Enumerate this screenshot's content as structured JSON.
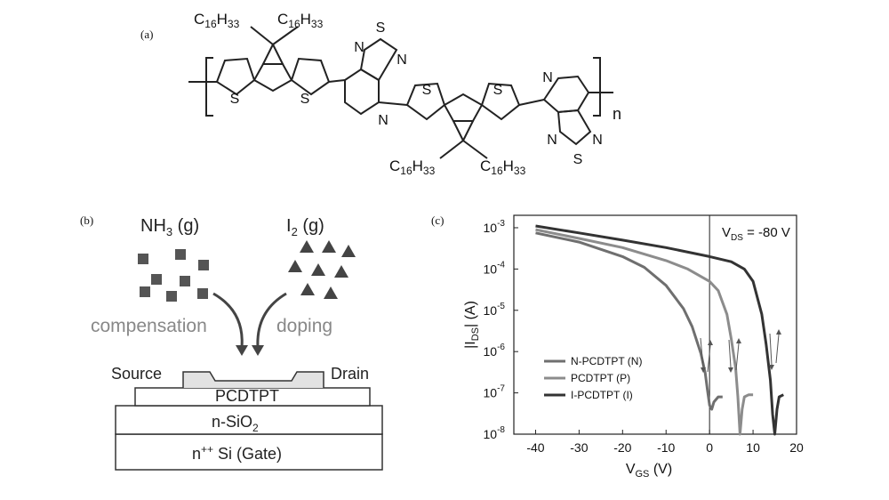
{
  "panels": {
    "a": {
      "label": "(a)",
      "molecule": {
        "alkyl": "C16H33",
        "hetero": {
          "sulfur": "S",
          "nitrogen": "N"
        },
        "repeat_subscript": "n"
      }
    },
    "b": {
      "label": "(b)",
      "gas_left": {
        "prefix": "NH",
        "sub": "3",
        "suffix": " (g)"
      },
      "gas_right": {
        "prefix": "I",
        "sub": "2",
        "suffix": " (g)"
      },
      "process_left": "compensation",
      "process_right": "doping",
      "device": {
        "source": "Source",
        "drain": "Drain",
        "channel": "PCDTPT",
        "dielectric": {
          "prefix": "n-SiO",
          "sub": "2"
        },
        "gate": {
          "prefix": "n",
          "sup": "++",
          "suffix": " Si (Gate)"
        }
      }
    },
    "c": {
      "label": "(c)",
      "vds_annotation": {
        "main": "V",
        "sub": "DS",
        "suffix": " = -80 V"
      },
      "ylabel": {
        "pre": "|I",
        "sub": "DS",
        "post": "| (A)"
      },
      "xlabel": {
        "main": "V",
        "sub": "GS",
        "suffix": " (V)"
      },
      "ytick_sup": [
        "-3",
        "-4",
        "-5",
        "-6",
        "-7",
        "-8"
      ],
      "ytick_base": "10"
    }
  },
  "chart_data": {
    "type": "line",
    "title": "",
    "xlabel": "VGS (V)",
    "ylabel": "|IDS| (A)",
    "xlim": [
      -45,
      20
    ],
    "ylim": [
      1e-08,
      0.002
    ],
    "yscale": "log",
    "xticks": [
      -40,
      -30,
      -20,
      -10,
      0,
      10,
      20
    ],
    "yticks": [
      0.001,
      0.0001,
      1e-05,
      1e-06,
      1e-07,
      1e-08
    ],
    "reference_line_x": 0,
    "legend_position": "lower-left",
    "series": [
      {
        "name": "N-PCDTPT (N)",
        "color": "#6f6f6f",
        "x": [
          -40,
          -30,
          -20,
          -15,
          -10,
          -6,
          -4,
          -2,
          -1,
          -0.5,
          0,
          0.5,
          1,
          2,
          3
        ],
        "y": [
          0.00075,
          0.00045,
          0.0002,
          0.00011,
          4e-05,
          1.1e-05,
          4e-06,
          9e-07,
          3e-07,
          1.2e-07,
          5e-08,
          4e-08,
          6e-08,
          8e-08,
          8e-08
        ]
      },
      {
        "name": "PCDTPT (P)",
        "color": "#8c8c8c",
        "x": [
          -40,
          -30,
          -20,
          -10,
          -5,
          0,
          2,
          4,
          5,
          6,
          6.5,
          7,
          7.5,
          8,
          9,
          10
        ],
        "y": [
          0.0009,
          0.00055,
          0.00033,
          0.00016,
          0.0001,
          5e-05,
          3e-05,
          8e-06,
          2e-06,
          4e-07,
          8e-08,
          1e-08,
          4e-08,
          8e-08,
          9e-08,
          9e-08
        ]
      },
      {
        "name": "I-PCDTPT (I)",
        "color": "#333333",
        "x": [
          -40,
          -30,
          -20,
          -10,
          0,
          5,
          8,
          10,
          12,
          13,
          14,
          14.5,
          15,
          15.5,
          16,
          17
        ],
        "y": [
          0.0011,
          0.00075,
          0.0005,
          0.00033,
          0.0002,
          0.00015,
          0.0001,
          5e-05,
          8e-06,
          1.5e-06,
          2e-07,
          3e-08,
          1e-08,
          4e-08,
          8e-08,
          9e-08
        ]
      }
    ],
    "annotations": [
      "sweep-direction arrows near each threshold"
    ]
  }
}
